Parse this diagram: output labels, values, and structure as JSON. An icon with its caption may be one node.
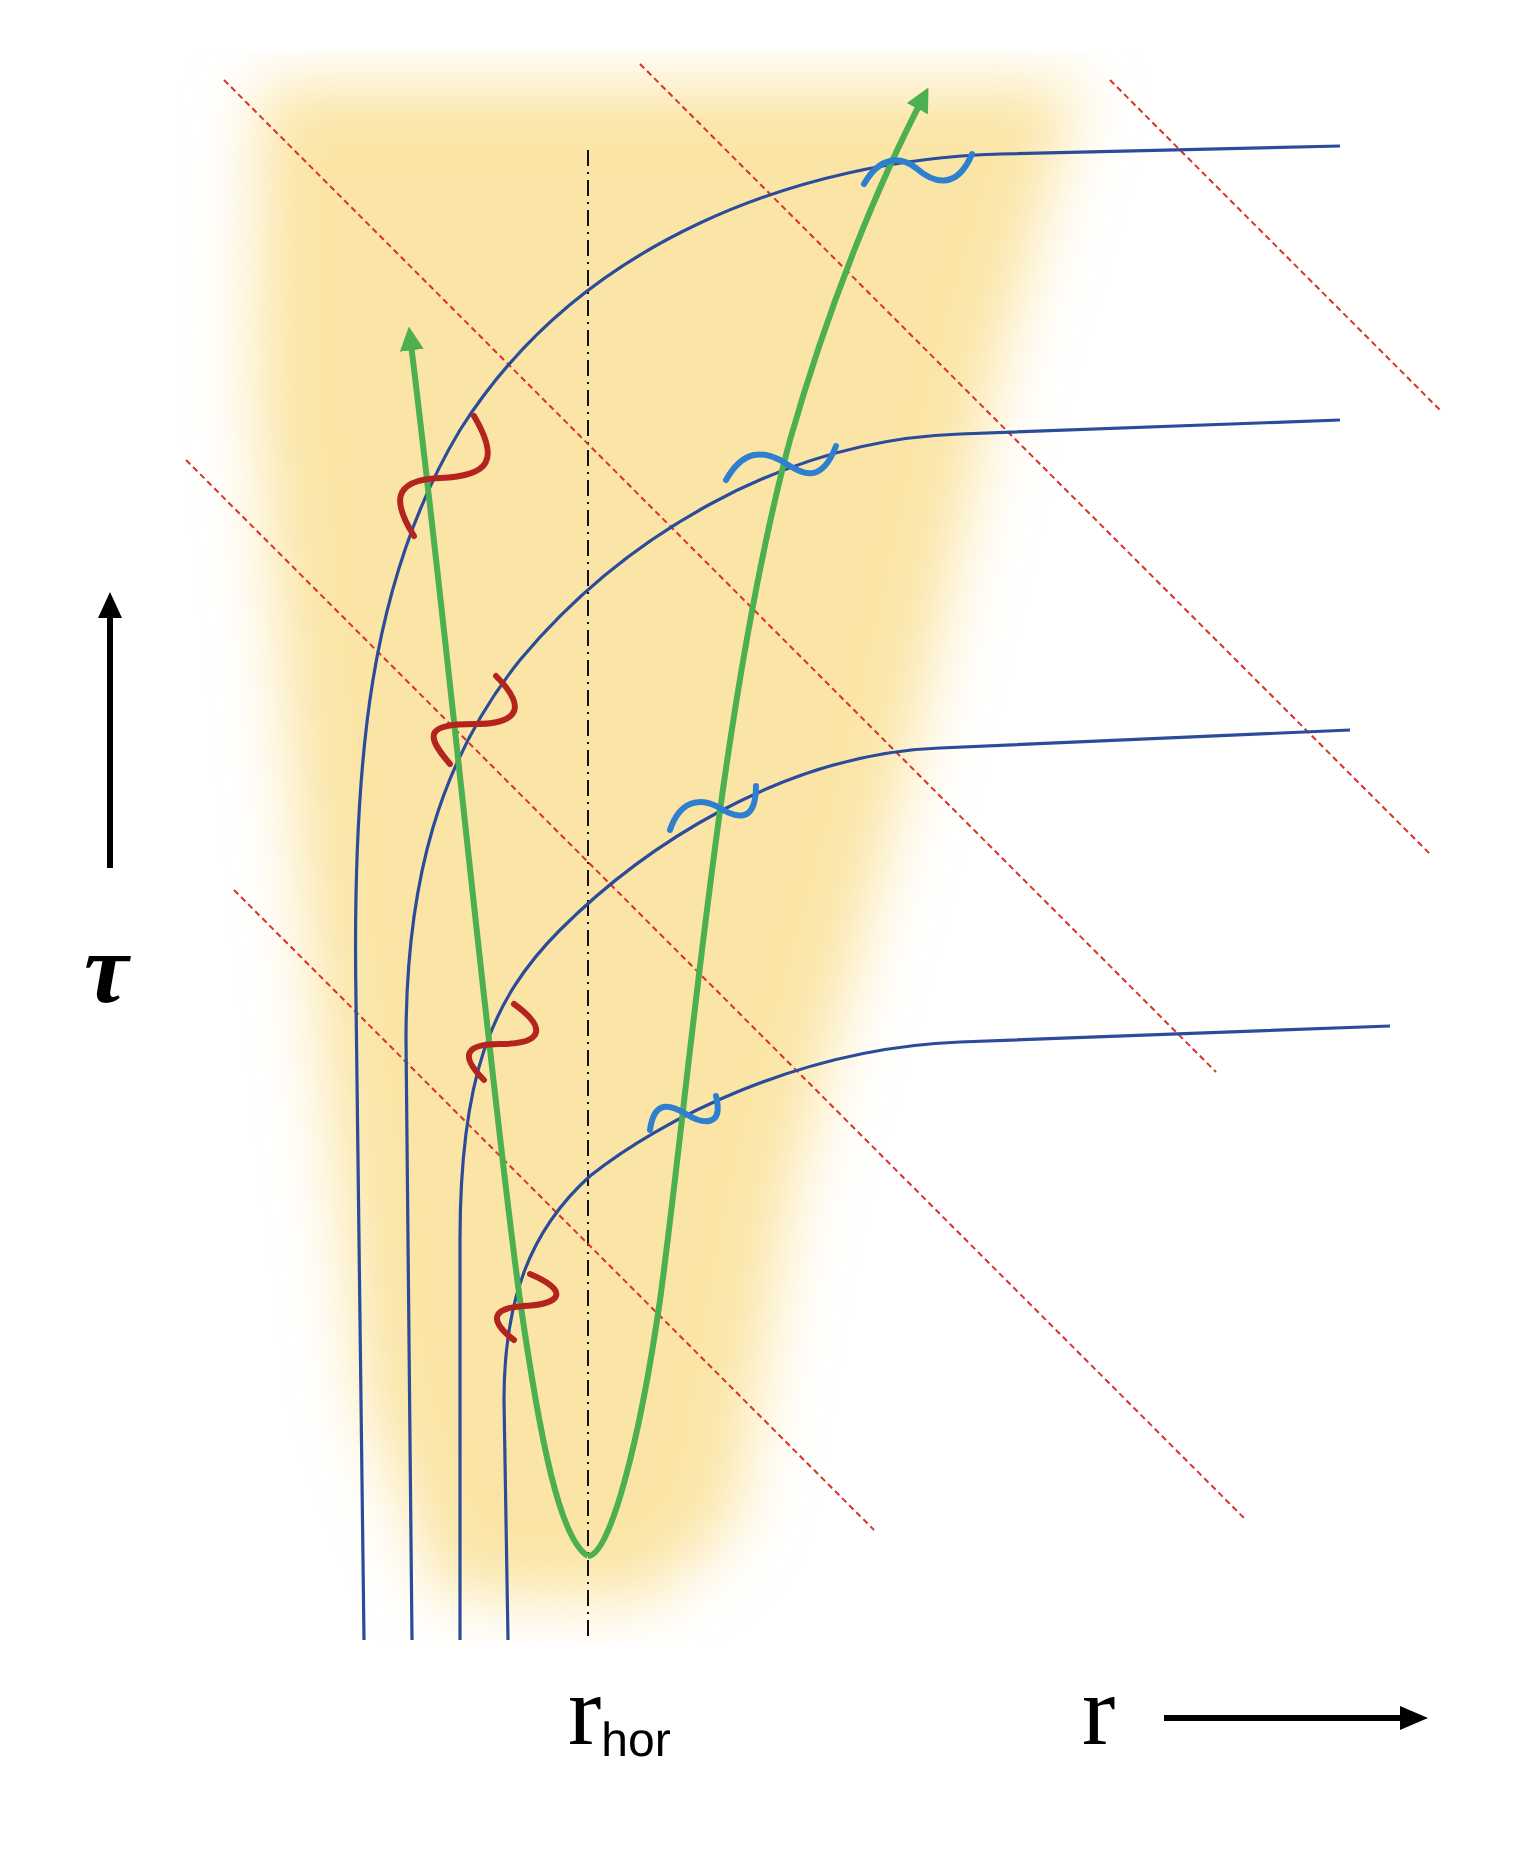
{
  "diagram": {
    "labels": [
      "τ",
      "r$_{hor}$",
      "r"
    ]
  }
}
